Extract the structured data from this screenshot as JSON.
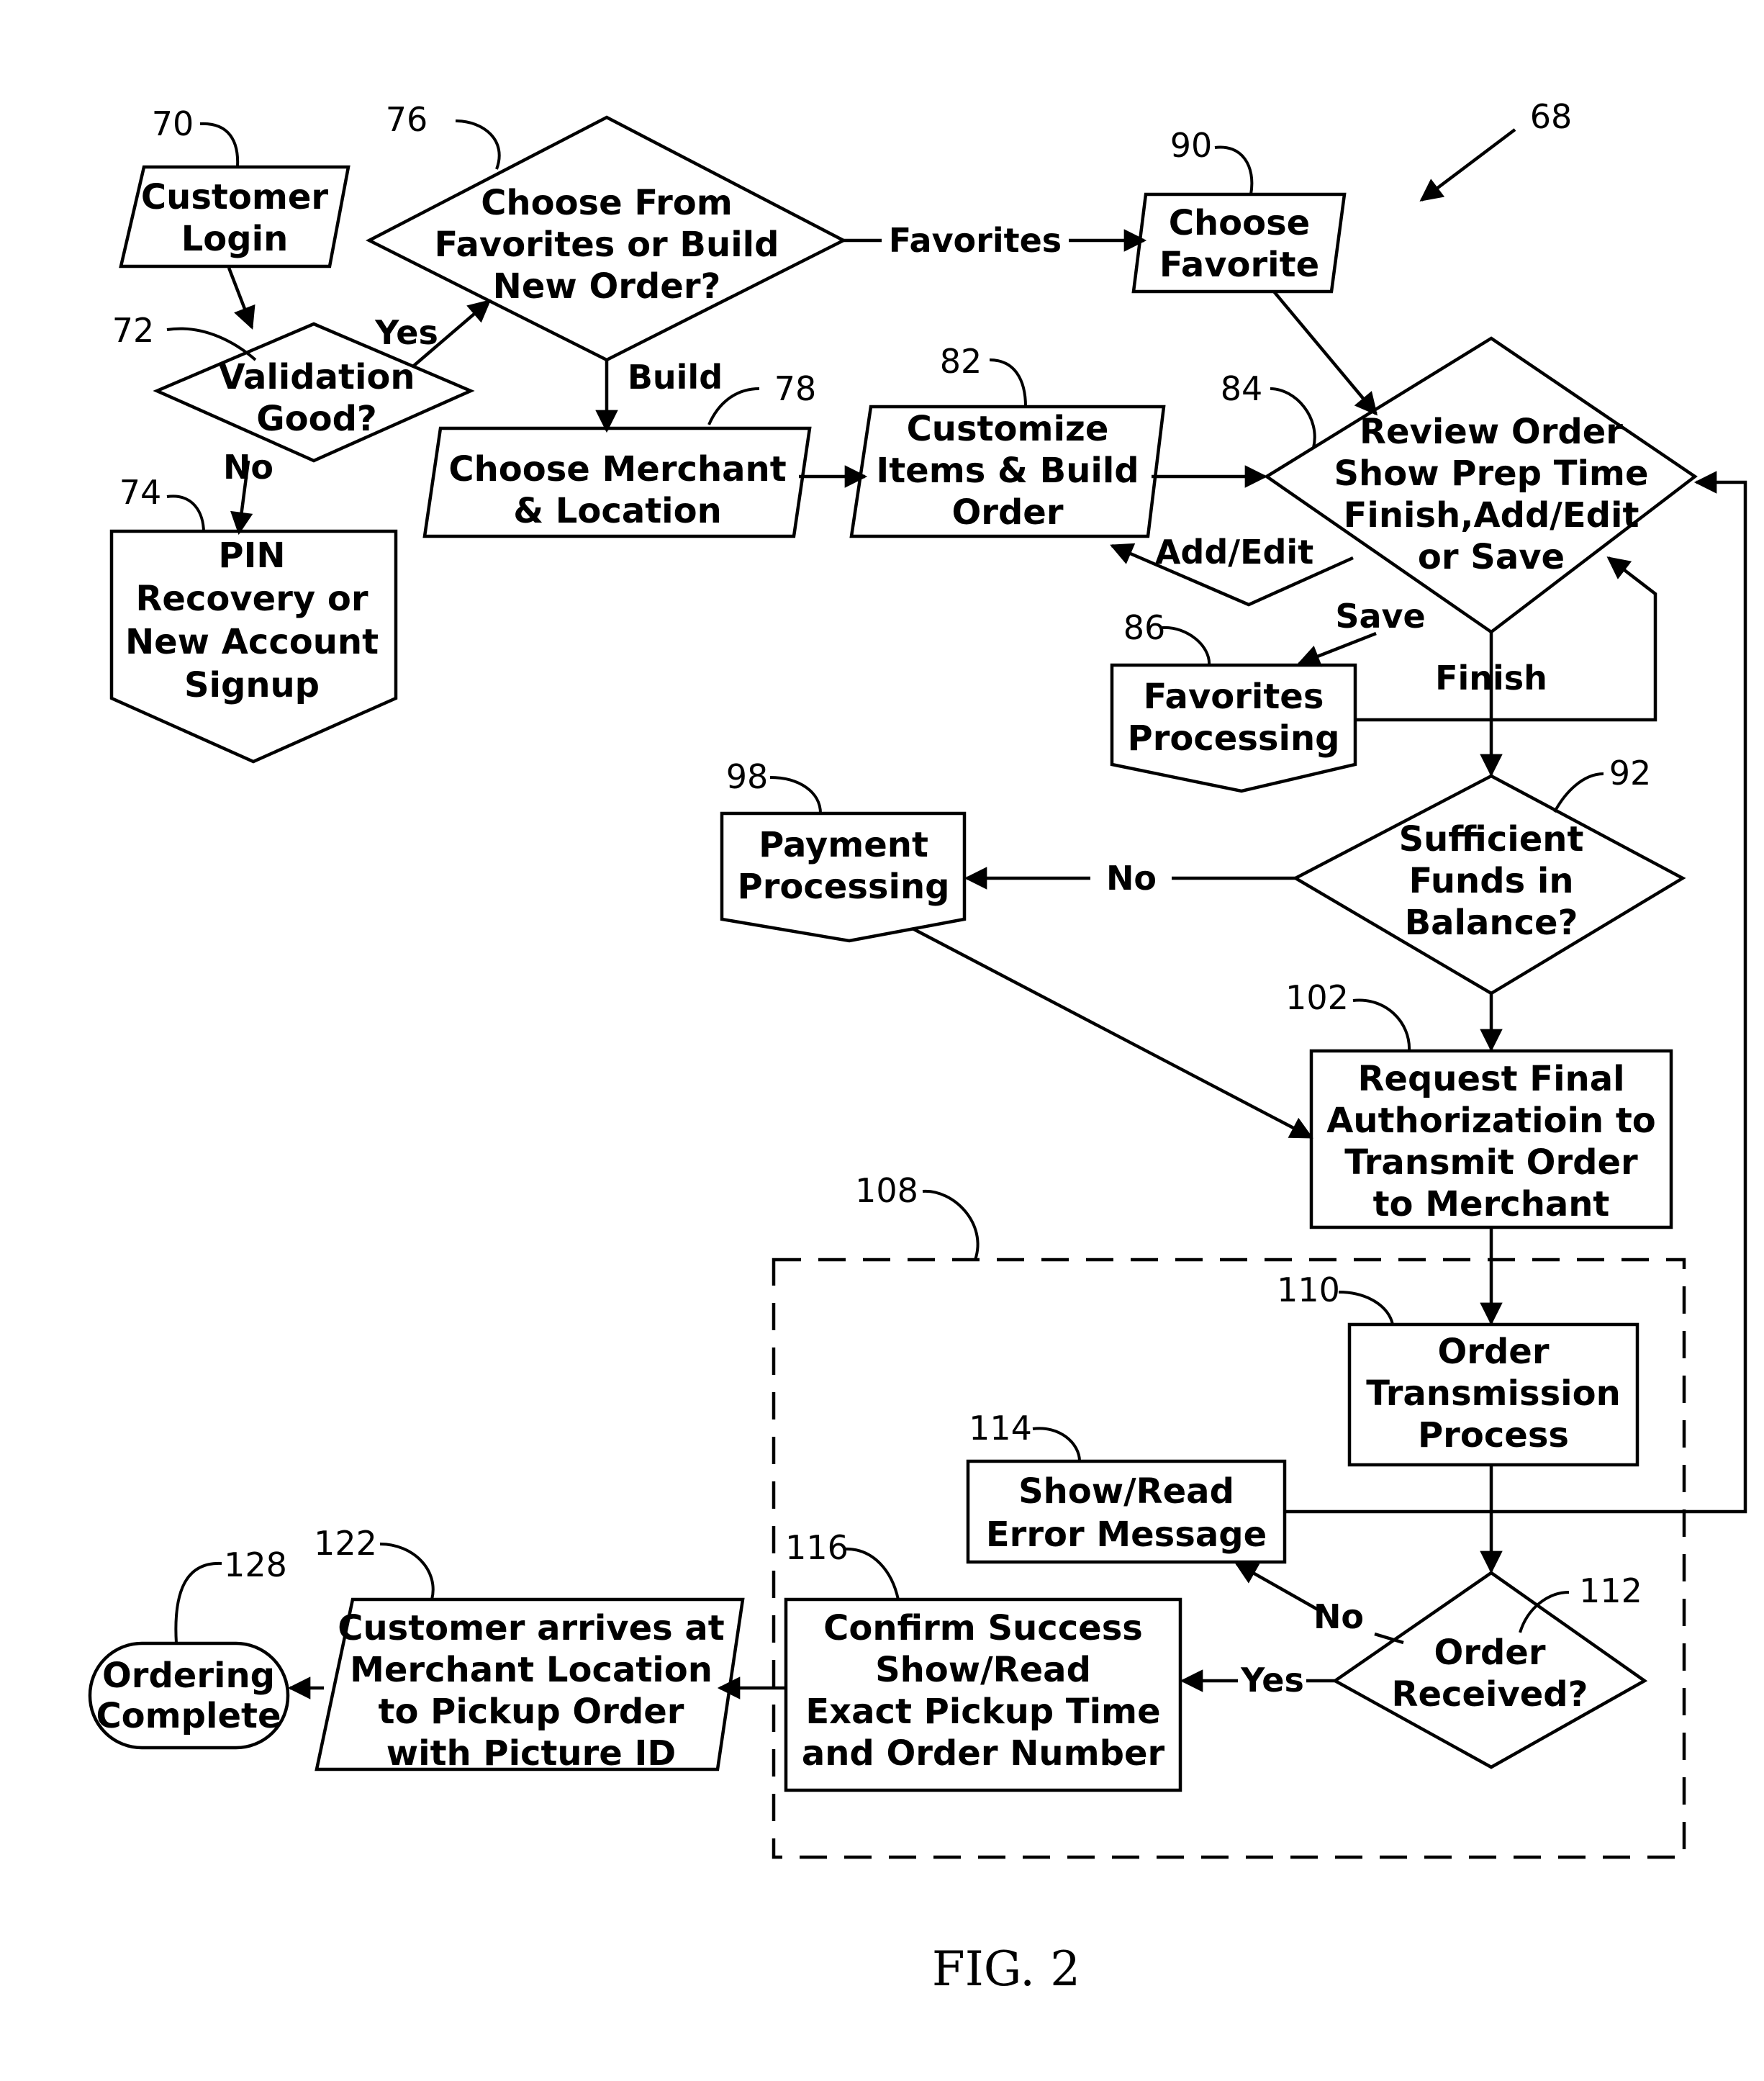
{
  "diagram_ref": "68",
  "figure_label": "FIG. 2",
  "nodes": {
    "customer_login": {
      "ref": "70",
      "lines": [
        "Customer",
        "Login"
      ]
    },
    "validation_good": {
      "ref": "72",
      "lines": [
        "Validation",
        "Good?"
      ]
    },
    "pin_recovery": {
      "ref": "74",
      "lines": [
        "PIN",
        "Recovery  or",
        "New  Account",
        "Signup"
      ]
    },
    "choose_from": {
      "ref": "76",
      "lines": [
        "Choose  From",
        "Favorites  or  Build",
        "New  Order?"
      ]
    },
    "choose_merchant": {
      "ref": "78",
      "lines": [
        "Choose  Merchant",
        "&  Location"
      ]
    },
    "customize_items": {
      "ref": "82",
      "lines": [
        "Customize",
        "Items  &  Build",
        "Order"
      ]
    },
    "review_order": {
      "ref": "84",
      "lines": [
        "Review Order",
        "Show  Prep  Time",
        "Finish,Add/Edit",
        "or  Save"
      ]
    },
    "favorites_processing": {
      "ref": "86",
      "lines": [
        "Favorites",
        "Processing"
      ]
    },
    "choose_favorite": {
      "ref": "90",
      "lines": [
        "Choose",
        "Favorite"
      ]
    },
    "sufficient_funds": {
      "ref": "92",
      "lines": [
        "Sufficient",
        "Funds  in",
        "Balance?"
      ]
    },
    "payment_processing": {
      "ref": "98",
      "lines": [
        "Payment",
        "Processing"
      ]
    },
    "request_final": {
      "ref": "102",
      "lines": [
        "Request  Final",
        "Authorizatioin  to",
        "Transmit  Order",
        "to  Merchant"
      ]
    },
    "group_108": {
      "ref": "108"
    },
    "order_transmission": {
      "ref": "110",
      "lines": [
        "Order",
        "Transmission",
        "Process"
      ]
    },
    "order_received": {
      "ref": "112",
      "lines": [
        "Order",
        "Received?"
      ]
    },
    "show_error": {
      "ref": "114",
      "lines": [
        "Show/Read",
        "Error  Message"
      ]
    },
    "confirm_success": {
      "ref": "116",
      "lines": [
        "Confirm  Success",
        "Show/Read",
        "Exact  Pickup  Time",
        "and  Order  Number"
      ]
    },
    "customer_arrives": {
      "ref": "122",
      "lines": [
        "Customer arrives at",
        "Merchant  Location",
        "to  Pickup  Order",
        "with  Picture  ID"
      ]
    },
    "ordering_complete": {
      "ref": "128",
      "lines": [
        "Ordering",
        "Complete"
      ]
    }
  },
  "edge_labels": {
    "yes_validation": "Yes",
    "no_validation": "No",
    "favorites": "Favorites",
    "build": "Build",
    "add_edit": "Add/Edit",
    "save": "Save",
    "finish": "Finish",
    "no_funds": "No",
    "no_received": "No",
    "yes_received": "Yes"
  }
}
